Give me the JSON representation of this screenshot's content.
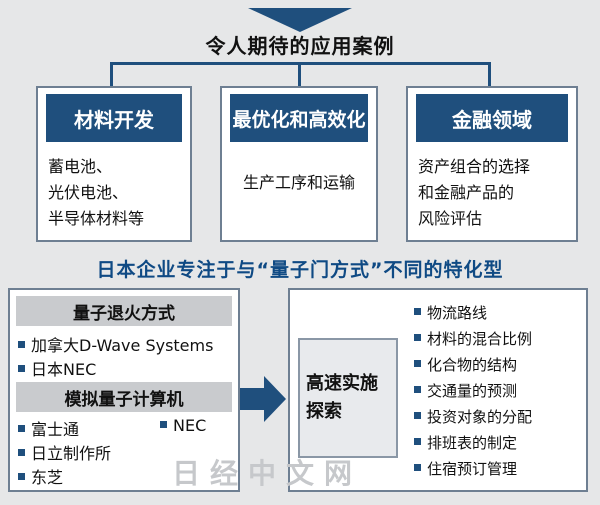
{
  "header": {
    "title": "令人期待的应用案例"
  },
  "cards": [
    {
      "title": "材料开发",
      "lines": [
        "蓄电池、",
        "光伏电池、",
        "半导体材料等"
      ]
    },
    {
      "title": "最优化和高效化",
      "lines": [
        "生产工序和运输"
      ]
    },
    {
      "title": "金融领域",
      "lines": [
        "资产组合的选择",
        "和金融产品的",
        "风险评估"
      ]
    }
  ],
  "subtitle": "日本企业专注于与“量子门方式”不同的特化型",
  "left_panel": {
    "section1": {
      "title": "量子退火方式",
      "items": [
        "加拿大D-Wave Systems",
        "日本NEC"
      ]
    },
    "section2": {
      "title": "模拟量子计算机",
      "items": [
        "富士通",
        "NEC",
        "日立制作所",
        "东芝"
      ]
    }
  },
  "right_panel": {
    "speed_label_line1": "高速实施",
    "speed_label_line2": "探索",
    "tasks": [
      "物流路线",
      "材料的混合比例",
      "化合物的结构",
      "交通量的预测",
      "投资对象的分配",
      "排班表的制定",
      "住宿预订管理"
    ]
  },
  "watermark": "日经中文网",
  "colors": {
    "navy": "#1f4f7d",
    "subtitle": "#0f4a84",
    "background": "#e6e7e8"
  }
}
